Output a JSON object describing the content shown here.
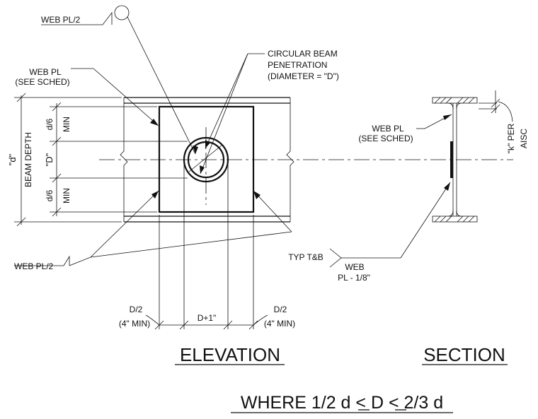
{
  "labels": {
    "web_pl_2_top": "WEB PL/2",
    "web_pl_2_bottom": "WEB PL/2",
    "web_pl_line1": "WEB PL",
    "web_pl_line2": "(SEE SCHED)",
    "circ_line1": "CIRCULAR BEAM",
    "circ_line2": "PENETRATION",
    "circ_line3": "(DIAMETER = \"D\")",
    "d_label": "\"d\"",
    "beam_depth": "BEAM DEPTH",
    "d6_top": "d/6",
    "min_top": "MIN",
    "D_label": "\"D\"",
    "d6_bottom": "d/6",
    "min_bottom": "MIN",
    "dim_d2_left_1": "D/2",
    "dim_d2_left_2": "(4\" MIN)",
    "dim_d_plus": "D+1\"",
    "dim_d2_right_1": "D/2",
    "dim_d2_right_2": "(4\" MIN)",
    "sec_web_pl_1": "WEB PL",
    "sec_web_pl_2": "(SEE SCHED)",
    "k_per": "\"k\" PER",
    "aisc": "AISC",
    "typ_tb": "TYP T&B",
    "web_pl18_1": "WEB",
    "web_pl18_2": "PL - 1/8\""
  },
  "titles": {
    "elevation": "ELEVATION",
    "section": "SECTION",
    "where_prefix": "WHERE 1/2 d ",
    "le_1": "<",
    "mid": " D ",
    "le_2": "<",
    "where_suffix": " 2/3 d"
  }
}
